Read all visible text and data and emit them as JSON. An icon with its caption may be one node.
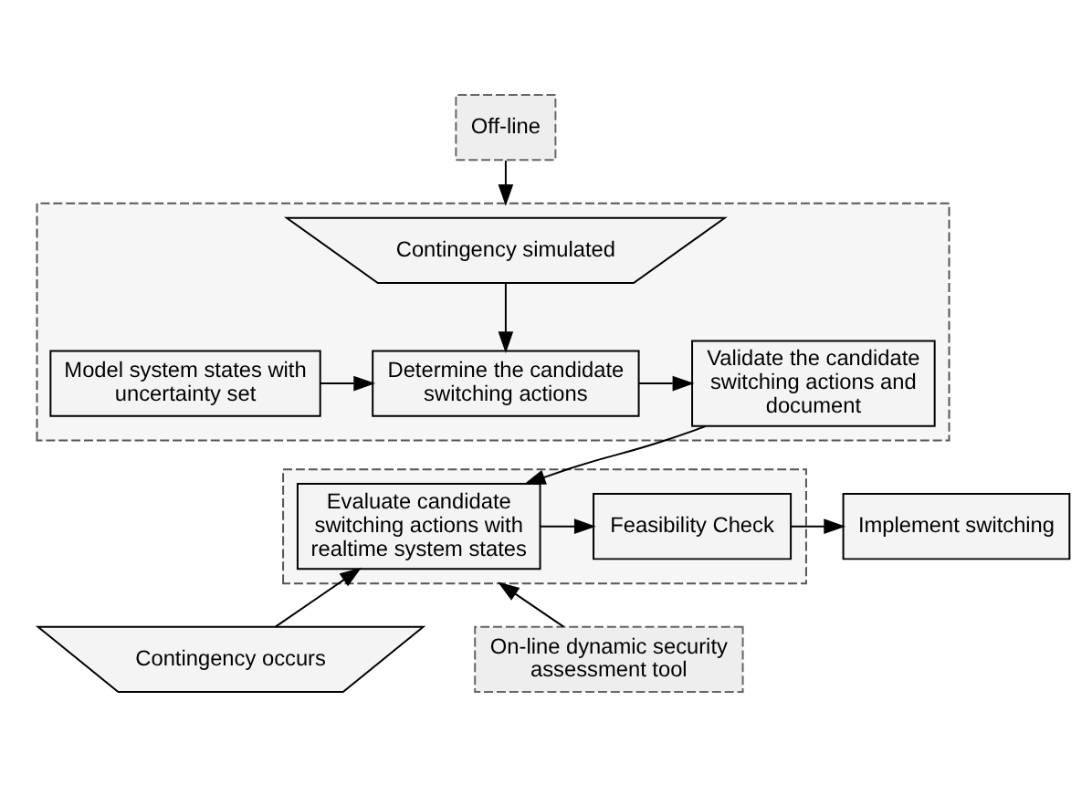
{
  "diagram": {
    "nodes": [
      {
        "text": [
          "Off-line"
        ]
      },
      {
        "text": [],
        "shape": "box"
      },
      {
        "text": [
          "Contingency simulated"
        ],
        "in": 1
      },
      {
        "text": [
          "Model system states with uncertainty set"
        ],
        "in": 1
      },
      {
        "text": [
          "Determine the candidate switching actions"
        ],
        "in": 1
      },
      {
        "text": [
          "Validate the candidate switching actions and document"
        ],
        "in": 1
      },
      {
        "text": [],
        "shape": "box"
      },
      {
        "text": [
          "Evaluate candidate switching actions with realtime system states"
        ],
        "in": 6
      },
      {
        "text": [
          "Feasibility Check"
        ],
        "in": 6
      },
      {
        "text": [
          "Implement switching"
        ]
      },
      {
        "text": [
          "Contingency occurs"
        ]
      },
      {
        "text": [
          "On-line dynamic security assessment tool"
        ]
      }
    ],
    "edges": [
      {
        "from": 0,
        "to": 1,
        "arrow": "to"
      },
      {
        "from": 2,
        "to": 4,
        "arrow": "to"
      },
      {
        "from": 3,
        "to": 4,
        "arrow": "to"
      },
      {
        "from": 4,
        "to": 5,
        "arrow": "to"
      },
      {
        "from": 5,
        "to": 7,
        "arrow": "to"
      },
      {
        "from": 10,
        "to": 7,
        "arrow": "to"
      },
      {
        "from": 7,
        "to": 8,
        "arrow": "to"
      },
      {
        "from": 8,
        "to": 9,
        "arrow": "to"
      },
      {
        "from": 11,
        "to": 6,
        "arrow": "to"
      }
    ]
  }
}
